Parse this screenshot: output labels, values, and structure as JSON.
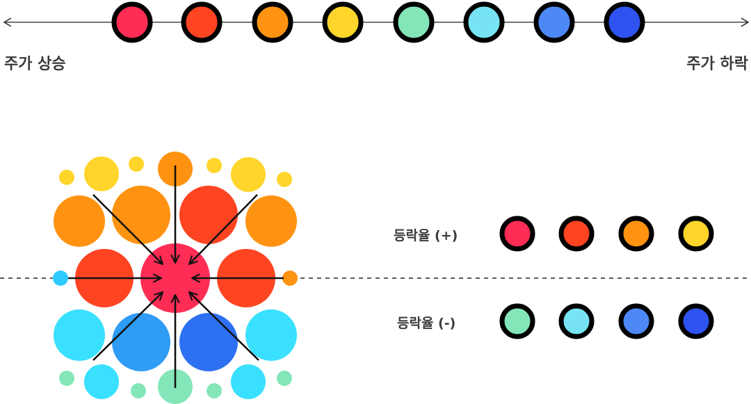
{
  "scale": {
    "left_label": "주가 상승",
    "right_label": "주가 하락",
    "colors": [
      "#ff2d55",
      "#ff4422",
      "#ff9311",
      "#ffd52b",
      "#84e6b8",
      "#77e3f3",
      "#4d88f6",
      "#2e53f0"
    ]
  },
  "legend": {
    "positive": {
      "label": "등락율 (+)",
      "colors": [
        "#ff2d55",
        "#ff4422",
        "#ff9311",
        "#ffd52b"
      ]
    },
    "negative": {
      "label": "등락율 (-)",
      "colors": [
        "#84e6b8",
        "#77e3f3",
        "#4d88f6",
        "#2e53f0"
      ]
    }
  },
  "bubbles": {
    "center_color": "#ff2d55",
    "palette": {
      "red": "#ff4422",
      "orange": "#ff9311",
      "yellow": "#ffd52b",
      "mint": "#84e6b8",
      "cyan": "#39e0ff",
      "sky": "#2f9cf6",
      "blue": "#2e70f2",
      "small_cyan": "#2ecbff"
    }
  }
}
